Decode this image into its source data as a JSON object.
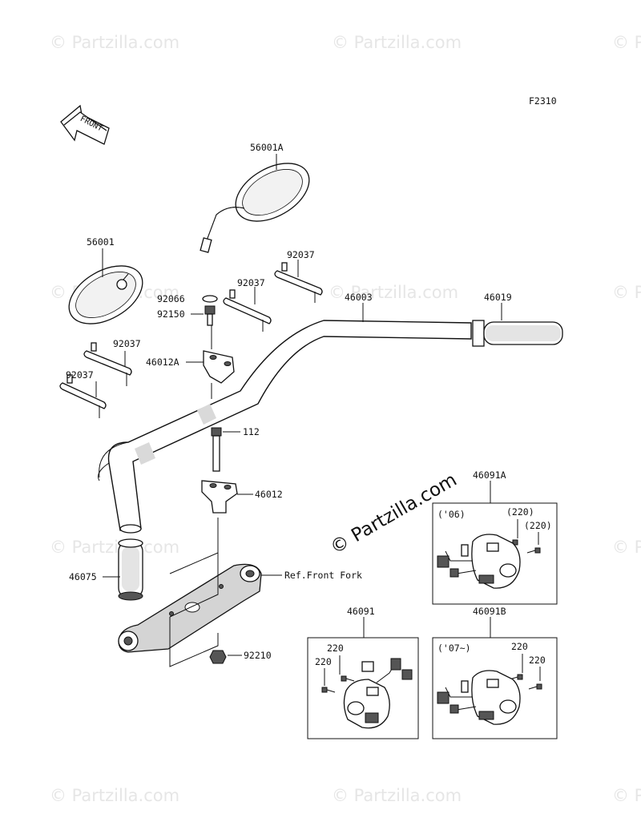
{
  "figure_code": "F2310",
  "front_arrow_label": "FRONT",
  "main_watermark": "© Partzilla.com",
  "background_watermark": "© Partzilla.com",
  "parts": {
    "mirror_right": "56001A",
    "mirror_left": "56001",
    "clamp_plate_a": "92037",
    "clamp_plate_b": "92037",
    "clamp_plate_c": "92037",
    "clamp_plate_d": "92037",
    "cap": "92066",
    "bolt_top": "92150",
    "holder_upper": "46012A",
    "handlebar": "46003",
    "grip_right": "46019",
    "bolt_112": "112",
    "holder_lower": "46012",
    "grip_left": "46075",
    "ref_front_fork": "Ref.Front Fork",
    "nut": "92210"
  },
  "switch_boxes": {
    "a": {
      "part": "46091A",
      "year": "('06)",
      "screw1": "(220)",
      "screw2": "(220)"
    },
    "main": {
      "part": "46091",
      "screw1": "220",
      "screw2": "220"
    },
    "b": {
      "part": "46091B",
      "year": "('07~)",
      "screw1": "220",
      "screw2": "220"
    }
  }
}
